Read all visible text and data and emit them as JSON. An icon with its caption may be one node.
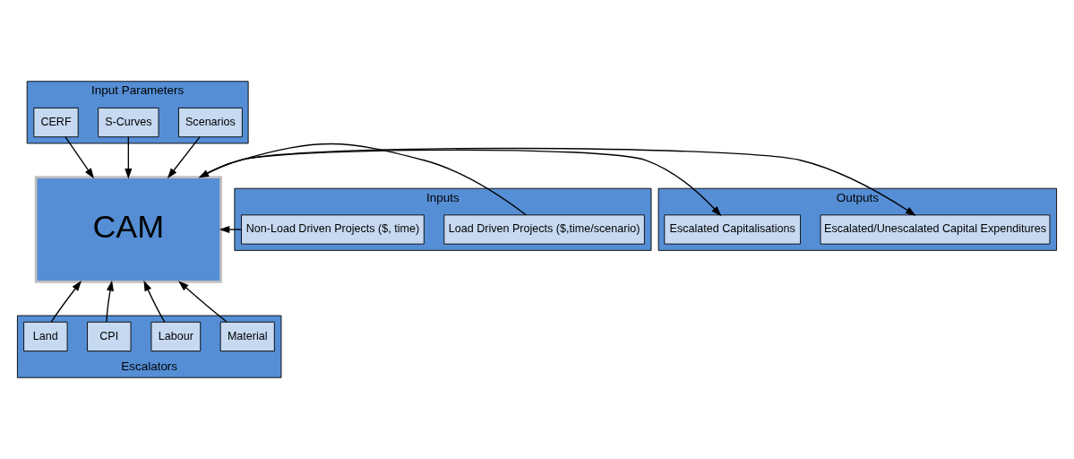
{
  "diagram": {
    "nodes": [
      {
        "text": [
          "Input Parameters"
        ]
      },
      {
        "text": [
          "Scenarios"
        ],
        "in": 0
      },
      {
        "text": [
          "S-Curves"
        ],
        "in": 0
      },
      {
        "text": [
          "CERF"
        ],
        "in": 0
      },
      {
        "text": [
          "Inputs"
        ]
      },
      {
        "text": [
          "Load Driven Projects ($,time/scenario)"
        ],
        "in": 4
      },
      {
        "text": [
          "Non-Load Driven Projects ($, time)"
        ],
        "in": 4
      },
      {
        "text": [
          "CAM"
        ]
      },
      {
        "text": [
          "Outputs"
        ]
      },
      {
        "text": [
          "Escalated/Unescalated Capital Expenditures"
        ],
        "in": 8
      },
      {
        "text": [
          "Escalated Capitalisations"
        ],
        "in": 8
      },
      {
        "text": [
          "Escalators"
        ]
      },
      {
        "text": [
          "Material"
        ],
        "in": 11
      },
      {
        "text": [
          "Labour"
        ],
        "in": 11
      },
      {
        "text": [
          "CPI"
        ],
        "in": 11
      },
      {
        "text": [
          "Land"
        ],
        "in": 11
      }
    ],
    "edges": [
      {
        "from": 1,
        "to": 7,
        "arrow": "to"
      },
      {
        "from": 2,
        "to": 7,
        "arrow": "to"
      },
      {
        "from": 3,
        "to": 7,
        "arrow": "to"
      },
      {
        "from": 5,
        "to": 7,
        "arrow": "to"
      },
      {
        "from": 6,
        "to": 7,
        "arrow": "to"
      },
      {
        "from": 7,
        "to": 9,
        "arrow": "to"
      },
      {
        "from": 7,
        "to": 10,
        "arrow": "to"
      },
      {
        "from": 12,
        "to": 7,
        "arrow": "to"
      },
      {
        "from": 13,
        "to": 7,
        "arrow": "to"
      },
      {
        "from": 14,
        "to": 7,
        "arrow": "to"
      },
      {
        "from": 15,
        "to": 7,
        "arrow": "to"
      }
    ]
  }
}
